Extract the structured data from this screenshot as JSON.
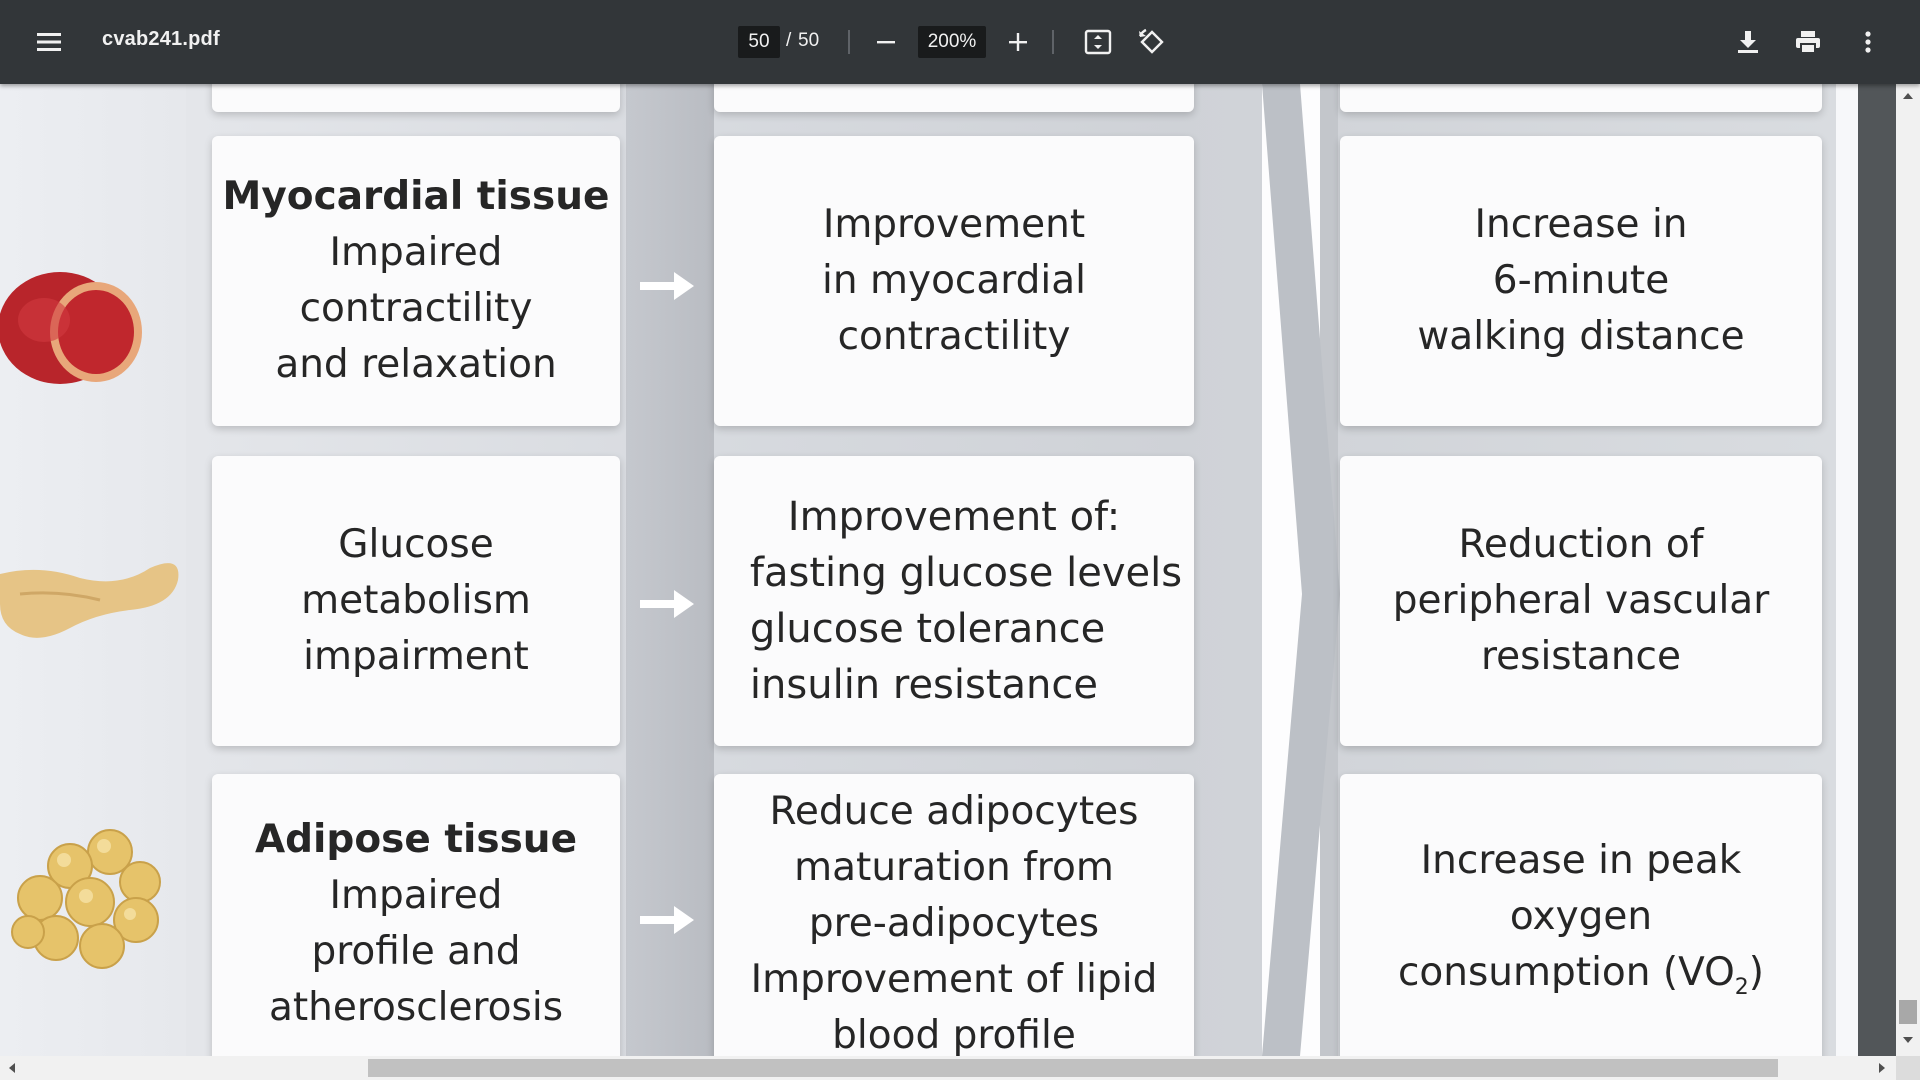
{
  "toolbar": {
    "title": "cvab241.pdf",
    "current_page": "50",
    "page_separator": "/",
    "total_pages": "50",
    "zoom": "200%",
    "icons": [
      "menu-icon",
      "zoom-out-icon",
      "zoom-in-icon",
      "fit-page-icon",
      "rotate-icon",
      "download-icon",
      "print-icon",
      "more-vert-icon"
    ]
  },
  "document": {
    "rows": [
      {
        "organ": "heart",
        "cause_heading": "Myocardial tissue",
        "cause_text": "Impaired\ncontractility\nand relaxation",
        "effect": "Improvement\nin myocardial\ncontractility",
        "outcome": "Increase in\n6-minute\nwalking distance"
      },
      {
        "organ": "pancreas",
        "cause_heading": "",
        "cause_text": "Glucose\nmetabolism\nimpairment",
        "effect_heading": "Improvement of:",
        "effect": "fasting glucose levels\nglucose tolerance\ninsulin resistance",
        "outcome": "Reduction of\nperipheral vascular\nresistance"
      },
      {
        "organ": "adipose",
        "cause_heading": "Adipose tissue",
        "cause_text": "Impaired\nprofile and\natherosclerosis",
        "effect": "Reduce adipocytes\nmaturation from\npre-adipocytes\nImprovement of lipid\nblood profile",
        "outcome_line1": "Increase in peak",
        "outcome_line2": "oxygen",
        "outcome_line3": "consumption (VO",
        "outcome_sub": "2",
        "outcome_end": ")"
      }
    ]
  },
  "colors": {
    "toolbar_bg": "#323639",
    "viewer_bg": "#525659",
    "heart": "#c0272d",
    "pancreas": "#e8c98a",
    "adipose": "#e6c36a"
  }
}
